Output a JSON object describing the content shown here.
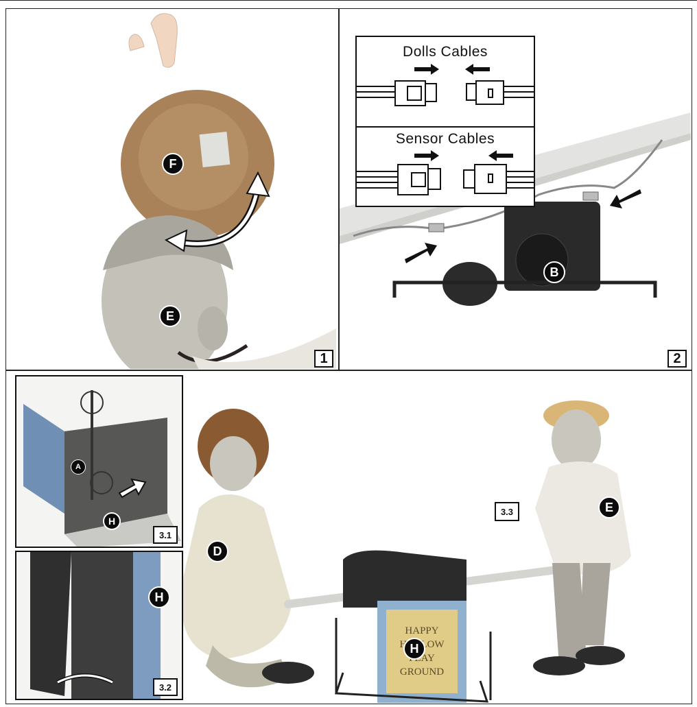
{
  "panels": {
    "p1": {
      "number": "1",
      "labels": {
        "f": "F",
        "e": "E"
      }
    },
    "p2": {
      "number": "2",
      "labels": {
        "b": "B"
      },
      "dolls_cables_title": "Dolls Cables",
      "sensor_cables_title": "Sensor Cables"
    },
    "p3": {
      "sub1": {
        "number": "3.1",
        "labels": {
          "a": "A",
          "h": "H"
        }
      },
      "sub2": {
        "number": "3.2",
        "labels": {
          "h": "H"
        }
      },
      "sub3": {
        "number": "3.3",
        "labels": {
          "d": "D",
          "e": "E",
          "h": "H"
        }
      },
      "sign_text": [
        "HAPPY",
        "HOLLOW",
        "PLAY",
        "GROUND"
      ]
    }
  },
  "colors": {
    "ink": "#111111",
    "hat": "#a9825a",
    "doll_skin": "#bdbbb2",
    "dress": "#e6e2cf",
    "hair": "#8a5a32",
    "sign_blue": "#8fb1cf",
    "sign_gold": "#e0cc86"
  }
}
